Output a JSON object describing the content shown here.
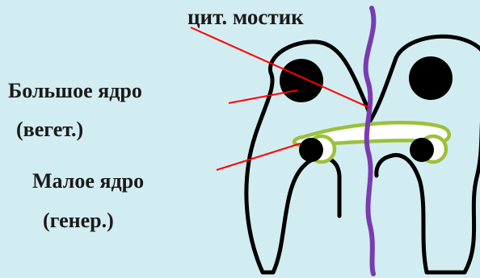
{
  "labels": {
    "bridge": "цит. мостик",
    "macronucleus_line1": "Большое ядро",
    "macronucleus_line2": "(вегет.)",
    "micronucleus_line1": "Малое ядро",
    "micronucleus_line2": "(генер.)"
  },
  "colors": {
    "background": "#d2edf2",
    "outline": "#000000",
    "division_line": "#7b3bb0",
    "micronucleus_ring": "#9bc13a",
    "pointer": "#ff0000"
  }
}
